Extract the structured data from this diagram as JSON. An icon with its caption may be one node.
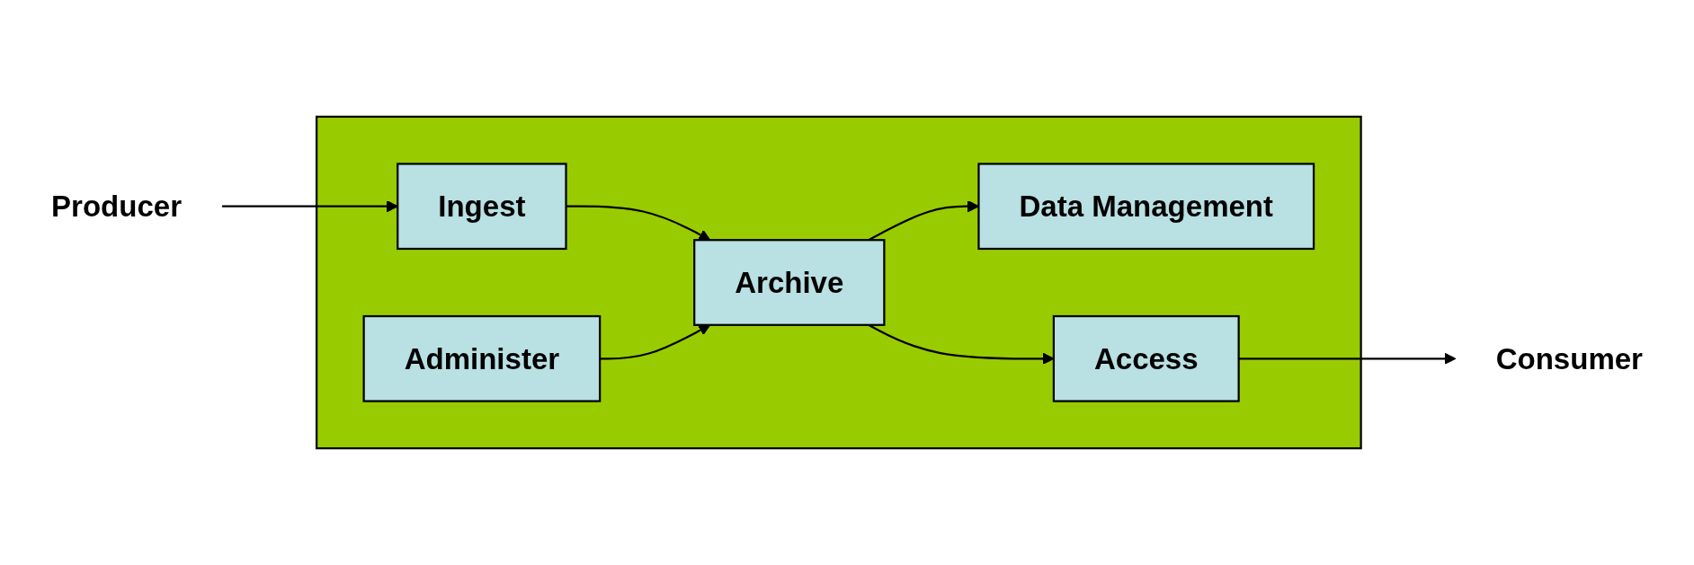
{
  "diagram": {
    "nodes": [
      {
        "text": [],
        "shape": "box"
      },
      {
        "text": [
          "Data Management"
        ],
        "in": 0
      },
      {
        "text": [
          "Producer"
        ]
      },
      {
        "text": [
          "Ingest"
        ],
        "in": 0
      },
      {
        "text": [
          "Archive"
        ],
        "in": 0
      },
      {
        "text": [
          "Access"
        ],
        "in": 0
      },
      {
        "text": [
          "Consumer"
        ]
      },
      {
        "text": [
          "Administer"
        ],
        "in": 0
      }
    ],
    "edges": [
      {
        "from": 2,
        "to": 3,
        "arrow": "to"
      },
      {
        "from": 3,
        "to": 4,
        "arrow": "to"
      },
      {
        "from": 4,
        "to": 1,
        "arrow": "to"
      },
      {
        "from": 4,
        "to": 5,
        "arrow": "to"
      },
      {
        "from": 7,
        "to": 4,
        "arrow": "to"
      },
      {
        "from": 5,
        "to": 6,
        "arrow": "to"
      }
    ]
  }
}
